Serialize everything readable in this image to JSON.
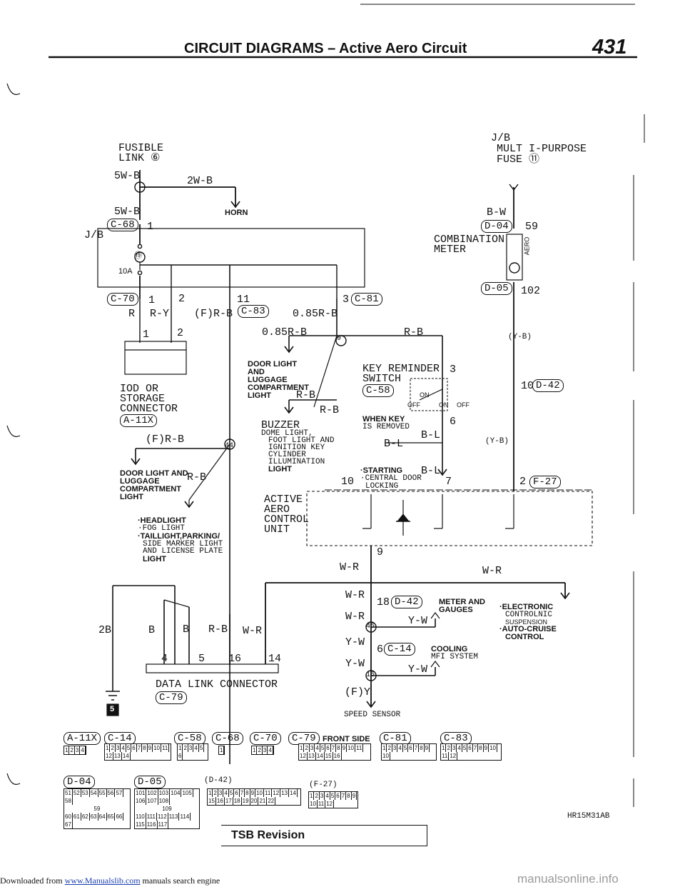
{
  "header": {
    "title": "CIRCUIT DIAGRAMS – Active Aero Circuit",
    "page_number": "431"
  },
  "labels": {
    "fusible_link_1": "FUSIBLE",
    "fusible_link_2": "LINK ⑥",
    "jb_top": "J/B",
    "mpf_1": "MULT I-PURPOSE",
    "mpf_2": "FUSE ⑪",
    "wire_5wb_a": "5W-B",
    "wire_2wb": "2W-B",
    "wire_5wb_b": "5W-B",
    "horn": "HORN",
    "wire_bw": "B-W",
    "c68": "C-68",
    "pin_1": "1",
    "jb_left": "J/B",
    "fuse_19": "⑲",
    "fuse_10a": "10A",
    "combination_meter_1": "COMBINATION",
    "combination_meter_2": "METER",
    "aero_tag": "AERO",
    "d04": "D-04",
    "pin_59": "59",
    "d05": "D-05",
    "pin_102": "102",
    "c70": "C-70",
    "pin_70_1": "1",
    "pin_70_2": "2",
    "pin_11": "11",
    "c83": "C-83",
    "pin_3": "3",
    "c81": "C-81",
    "wire_r": "R",
    "wire_ry": "R-Y",
    "wire_frb_a": "(F)R-B",
    "wire_085rb_a": "0.85R-B",
    "wire_085rb_b": "0.85R-B",
    "wire_rb_a": "R-B",
    "pin_iod_1": "1",
    "pin_iod_2": "2",
    "yb_a": "(Y-B)",
    "yb_b": "(Y-B)",
    "iod_1": "IOD OR",
    "iod_2": "STORAGE",
    "iod_3": "CONNECTOR",
    "a11x": "A-11X",
    "dome_1": "DOOR LIGHT",
    "dome_2": "AND",
    "dome_3": "LUGGAGE",
    "dome_4": "COMPARTMENT",
    "dome_5": "LIGHT",
    "wire_rb_b": "R-B",
    "wire_rb_c": "R-B",
    "key_1": "KEY REMINDER",
    "key_2": "SWITCH",
    "c58": "C-58",
    "pin_key_3": "3",
    "pin_key_6": "6",
    "sw_on_a": "ON",
    "sw_off_a": "OFF",
    "sw_on_b": "ON",
    "sw_off_b": "OFF",
    "when_key_1": "WHEN KEY",
    "when_key_2": "IS REMOVED",
    "pin_10_42": "10",
    "d42_a": "D-42",
    "buzzer": "BUZZER",
    "buzz_1": "DOME LIGHT,",
    "buzz_2": "FOOT LIGHT AND",
    "buzz_3": "IGNITION KEY",
    "buzz_4": "CYLINDER",
    "buzz_5": "ILLUMINATION",
    "buzz_6": "LIGHT",
    "wire_frb_b": "(F)R-B",
    "wire_bl_a": "B-L",
    "wire_bl_b": "B-L",
    "wire_bl_c": "B-L",
    "door2_1": "DOOR LIGHT AND",
    "door2_2": "LUGGAGE",
    "door2_3": "COMPARTMENT",
    "door2_4": "LIGHT",
    "wire_rb_d": "R-B",
    "start_1": "·STARTING",
    "start_2": "·CENTRAL DOOR",
    "start_3": "LOCKING",
    "pin_10": "10",
    "pin_7": "7",
    "pin_2_27": "2",
    "f27": "F-27",
    "head_1": "·HEADLIGHT",
    "head_2": "·FOG LIGHT",
    "head_3": "·TAILLIGHT,PARKING/",
    "head_4": "SIDE MARKER LIGHT",
    "head_5": "AND LICENSE PLATE",
    "head_6": "LIGHT",
    "aero_unit_1": "ACTIVE",
    "aero_unit_2": "AERO",
    "aero_unit_3": "CONTROL",
    "aero_unit_4": "UNIT",
    "pin_9": "9",
    "wire_wr_a": "W-R",
    "wire_wr_b": "W-R",
    "wire_wr_c": "W-R",
    "wire_wr_d": "W-R",
    "pin_18": "18",
    "d42_b": "D-42",
    "meter_1": "METER AND",
    "meter_2": "GAUGES",
    "ecs_1": "·ELECTRONIC",
    "ecs_2": "CONTROLNIC",
    "ecs_3": "SUSPENSION",
    "ecs_4": "·AUTO-CRUISE",
    "ecs_5": "CONTROL",
    "wire_yw_a": "Y-W",
    "wire_yw_b": "Y-W",
    "wire_yw_c": "Y-W",
    "wire_yw_d": "Y-W",
    "node_45": "45",
    "pin_6": "6",
    "c14_a": "C-14",
    "cooling": "COOLING",
    "mfi": "MFI SYSTEM",
    "node_15": "15",
    "wire_fy": "(F)Y",
    "speed_sensor": "SPEED SENSOR",
    "wire_2b": "2B",
    "wire_b_a": "B",
    "wire_b_b": "B",
    "wire_rb_e": "R-B",
    "wire_wr_e": "W-R",
    "dl_4": "4",
    "dl_5": "5",
    "dl_16": "16",
    "dl_14": "14",
    "data_link": "DATA LINK CONNECTOR",
    "c79_a": "C-79",
    "ground_5": "5",
    "node_9": "9",
    "node_44": "44",
    "node_2": "2",
    "conn_a11x": "A-11X",
    "conn_c14": "C-14",
    "conn_c58": "C-58",
    "conn_c68": "C-68",
    "conn_c70": "C-70",
    "conn_c79": "C-79",
    "front_side": "FRONT SIDE",
    "conn_c81": "C-81",
    "conn_c83": "C-83",
    "conn_d04": "D-04",
    "conn_d05": "D-05",
    "conn_d42": "(D-42)",
    "conn_f27": "(F-27)",
    "conn_d05_mid": "109",
    "conn_d04_mid": "59",
    "ref_code": "HR15M31AB"
  },
  "footer": {
    "prefix": "Downloaded from",
    "link": "www.Manualslib.com",
    "suffix": "manuals search engine",
    "tsb": "TSB Revision",
    "watermark": "manualsonline.info"
  },
  "connector_pins": {
    "a11x": [
      "1",
      "2",
      "3",
      "4"
    ],
    "c14": [
      "1",
      "2",
      "3",
      "4",
      "5",
      "6",
      "7",
      "8",
      "9",
      "10",
      "11",
      "12",
      "13",
      "14"
    ],
    "c58": [
      "1",
      "2",
      "3",
      "4",
      "5",
      "6"
    ],
    "c68": [
      "1"
    ],
    "c70": [
      "1",
      "2",
      "3",
      "4"
    ],
    "c79": [
      "1",
      "2",
      "3",
      "4",
      "5",
      "6",
      "7",
      "8",
      "9",
      "10",
      "11",
      "12",
      "13",
      "14",
      "15",
      "16"
    ],
    "c81": [
      "1",
      "2",
      "3",
      "4",
      "5",
      "6",
      "7",
      "8",
      "9",
      "10"
    ],
    "c83": [
      "1",
      "2",
      "3",
      "4",
      "5",
      "6",
      "7",
      "8",
      "9",
      "10",
      "11",
      "12"
    ],
    "d04": [
      "51",
      "52",
      "53",
      "54",
      "55",
      "56",
      "57",
      "58",
      "60",
      "61",
      "62",
      "63",
      "64",
      "65",
      "66",
      "67"
    ],
    "d05": [
      "101",
      "102",
      "103",
      "104",
      "105",
      "106",
      "107",
      "108",
      "110",
      "111",
      "112",
      "113",
      "114",
      "115",
      "116",
      "117"
    ],
    "d42": [
      "1",
      "2",
      "3",
      "4",
      "5",
      "6",
      "7",
      "8",
      "9",
      "10",
      "11",
      "12",
      "13",
      "14",
      "15",
      "16",
      "17",
      "18",
      "19",
      "20",
      "21",
      "22"
    ],
    "f27": [
      "1",
      "2",
      "3",
      "4",
      "5",
      "6",
      "7",
      "8",
      "9",
      "10",
      "11",
      "12"
    ]
  }
}
